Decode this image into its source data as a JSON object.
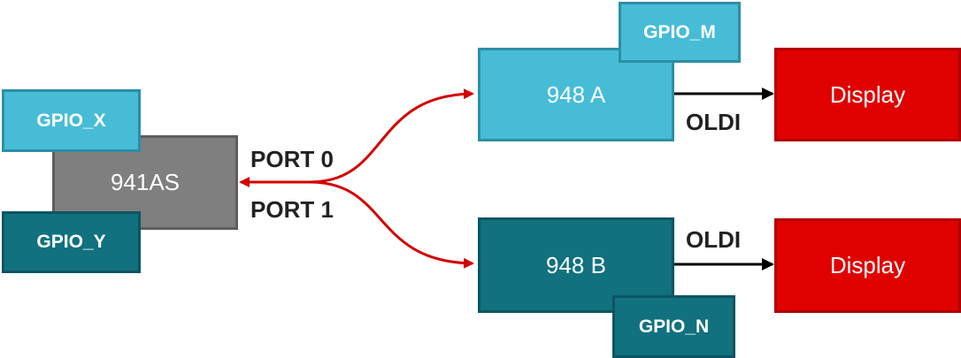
{
  "nodes": {
    "serializer": "941AS",
    "deserializer_a": "948 A",
    "deserializer_b": "948 B",
    "display_a": "Display",
    "display_b": "Display"
  },
  "gpio": {
    "x": "GPIO_X",
    "y": "GPIO_Y",
    "m": "GPIO_M",
    "n": "GPIO_N"
  },
  "labels": {
    "port0": "PORT 0",
    "port1": "PORT 1",
    "oldi_a": "OLDI",
    "oldi_b": "OLDI"
  },
  "colors": {
    "gpio_light": "#47bcd7",
    "gpio_dark": "#11717f",
    "serializer": "#7f7f7f",
    "display": "#e00000",
    "link": "#d40000",
    "oldi_arrow": "#000000"
  }
}
